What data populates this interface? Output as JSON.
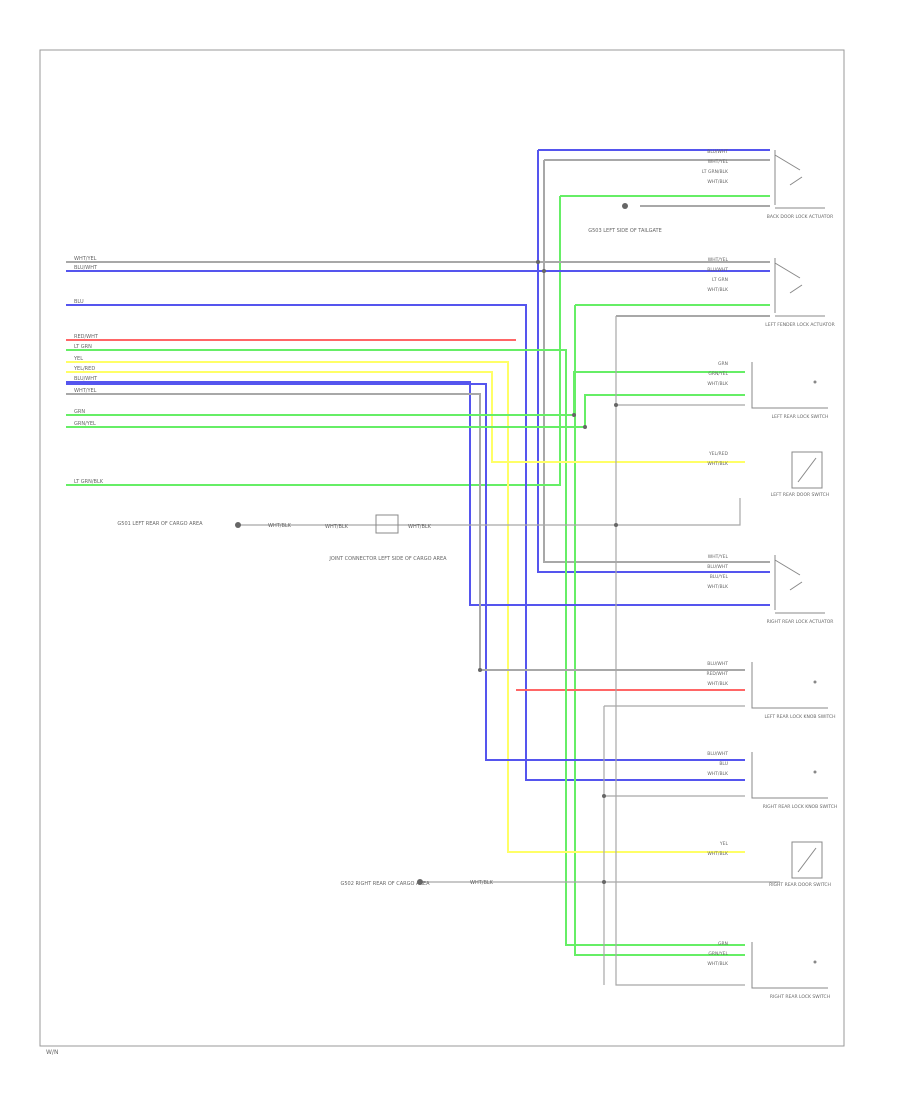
{
  "colors": {
    "frame": "#9a9a9a",
    "wire_gray": "#a8a8a8",
    "wire_blue": "#5555ee",
    "wire_green": "#66ee66",
    "wire_yellow": "#ffff66",
    "wire_red": "#ff6666",
    "text": "#666666"
  },
  "footer": {
    "code": "W/N"
  },
  "wires_left": [
    {
      "label": "WHT/YEL",
      "color": "gray"
    },
    {
      "label": "BLU/WHT",
      "color": "blue"
    },
    {
      "label": "BLU",
      "color": "blue"
    },
    {
      "label": "RED/WHT",
      "color": "red"
    },
    {
      "label": "LT GRN",
      "color": "green"
    },
    {
      "label": "YEL",
      "color": "yellow"
    },
    {
      "label": "YEL/RED",
      "color": "yellow"
    },
    {
      "label": "BLU/WHT",
      "color": "blue"
    },
    {
      "label": "WHT/YEL",
      "color": "gray"
    },
    {
      "label": "GRN",
      "color": "green"
    },
    {
      "label": "GRN/YEL",
      "color": "green"
    },
    {
      "label": "LT GRN/BLK",
      "color": "green"
    }
  ],
  "components": [
    {
      "id": "back-door-actuator",
      "label": "BACK DOOR LOCK ACTUATOR",
      "pins": [
        "BLU/WHT",
        "WHT/YEL",
        "LT GRN/BLK",
        "WHT/BLK"
      ]
    },
    {
      "id": "left-fender-actuator",
      "label": "LEFT FENDER LOCK ACTUATOR",
      "pins": [
        "WHT/YEL",
        "BLU/WHT",
        "LT GRN",
        "WHT/BLK"
      ]
    },
    {
      "id": "left-rear-lock-switch",
      "label": "LEFT REAR LOCK SWITCH",
      "pins": [
        "GRN",
        "GRN/YEL",
        "WHT/BLK"
      ]
    },
    {
      "id": "left-rear-door-switch",
      "label": "LEFT REAR DOOR SWITCH",
      "pins": [
        "YEL/RED",
        "WHT/BLK"
      ]
    },
    {
      "id": "right-rear-actuator",
      "label": "RIGHT REAR LOCK ACTUATOR",
      "pins": [
        "WHT/YEL",
        "BLU/WHT",
        "BLU/YEL",
        "WHT/BLK"
      ]
    },
    {
      "id": "left-rear-lock-knob-switch",
      "label": "LEFT REAR LOCK KNOB SWITCH",
      "pins": [
        "BLU/WHT",
        "RED/WHT",
        "WHT/BLK"
      ]
    },
    {
      "id": "right-rear-lock-knob-switch",
      "label": "RIGHT REAR LOCK KNOB SWITCH",
      "pins": [
        "BLU/WHT",
        "BLU",
        "WHT/BLK"
      ]
    },
    {
      "id": "right-rear-door-switch",
      "label": "RIGHT REAR DOOR SWITCH",
      "pins": [
        "YEL",
        "WHT/BLK"
      ]
    },
    {
      "id": "right-rear-lock-switch",
      "label": "RIGHT REAR LOCK SWITCH",
      "pins": [
        "GRN",
        "GRN/YEL",
        "WHT/BLK"
      ]
    }
  ],
  "grounds": [
    {
      "id": "g-left-rear",
      "label": "G501 LEFT REAR OF CARGO AREA",
      "wire": "WHT/BLK"
    },
    {
      "id": "g-right-rear",
      "label": "G502 RIGHT REAR OF CARGO AREA",
      "wire": "WHT/BLK"
    },
    {
      "id": "g-tailgate",
      "label": "G503 LEFT SIDE OF TAILGATE",
      "wire": ""
    }
  ],
  "junction": {
    "label": "JOINT CONNECTOR LEFT SIDE OF CARGO AREA",
    "wire_in": "WHT/BLK",
    "wire_out": "WHT/BLK"
  }
}
